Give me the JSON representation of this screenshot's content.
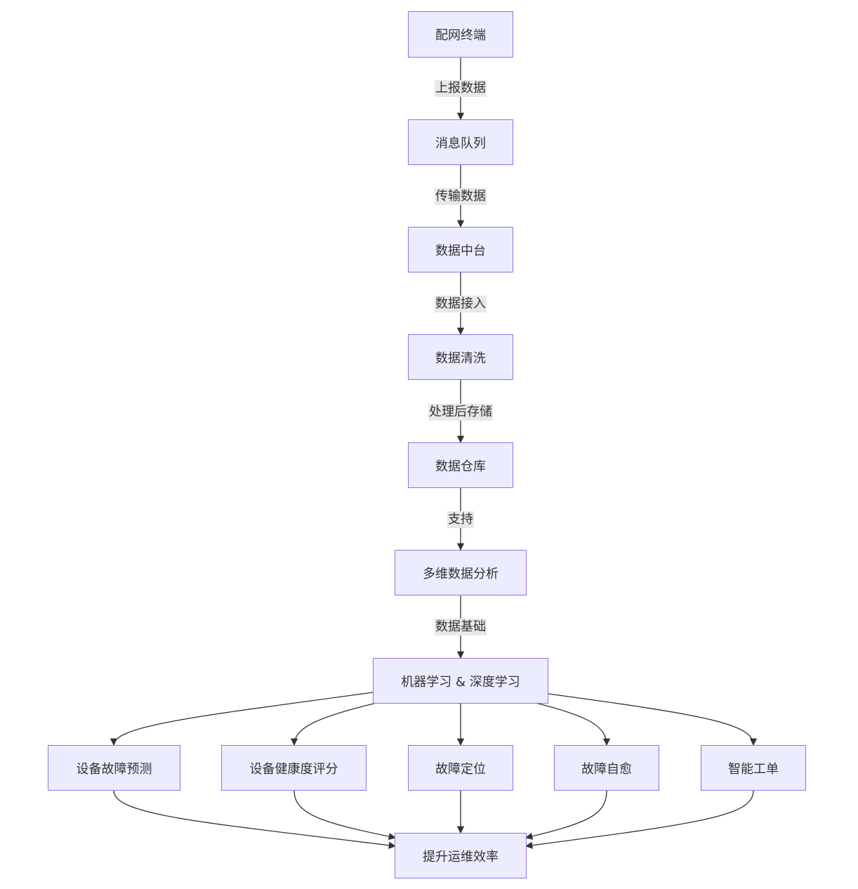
{
  "nodes": {
    "terminal": "配网终端",
    "mq": "消息队列",
    "platform": "数据中台",
    "cleaning": "数据清洗",
    "warehouse": "数据仓库",
    "analysis": "多维数据分析",
    "ml": "机器学习 & 深度学习",
    "predict": "设备故障预测",
    "health": "设备健康度评分",
    "locate": "故障定位",
    "selfheal": "故障自愈",
    "workorder": "智能工单",
    "efficiency": "提升运维效率"
  },
  "edge_labels": {
    "terminal_mq": "上报数据",
    "mq_platform": "传输数据",
    "platform_cleaning": "数据接入",
    "cleaning_warehouse": "处理后存储",
    "warehouse_analysis": "支持",
    "analysis_ml": "数据基础"
  },
  "colors": {
    "node_fill": "#ECECFF",
    "node_border": "#9370DB",
    "edge": "#333333",
    "label_bg": "#e8e8e8"
  }
}
